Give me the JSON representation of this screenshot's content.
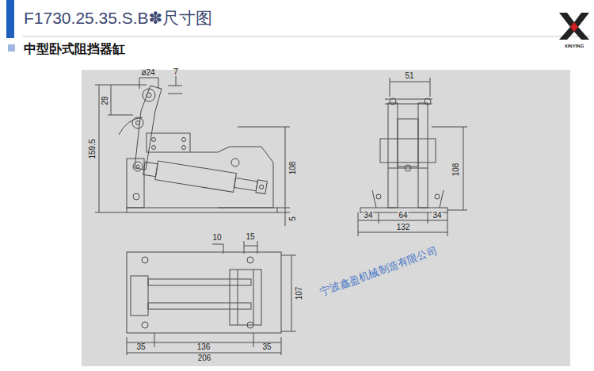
{
  "diagram": {
    "title": "F1730.25.35.S.B✽尺寸图",
    "labels": [
      "中型卧式阻挡器缸",
      "XINYING",
      "ø24",
      "7",
      "29",
      "159.5",
      "108",
      "5",
      "51",
      "108",
      "34",
      "64",
      "34",
      "132",
      "10",
      "15",
      "107",
      "35",
      "136",
      "35",
      "206",
      "宁波鑫盈机械制造有限公司"
    ]
  }
}
